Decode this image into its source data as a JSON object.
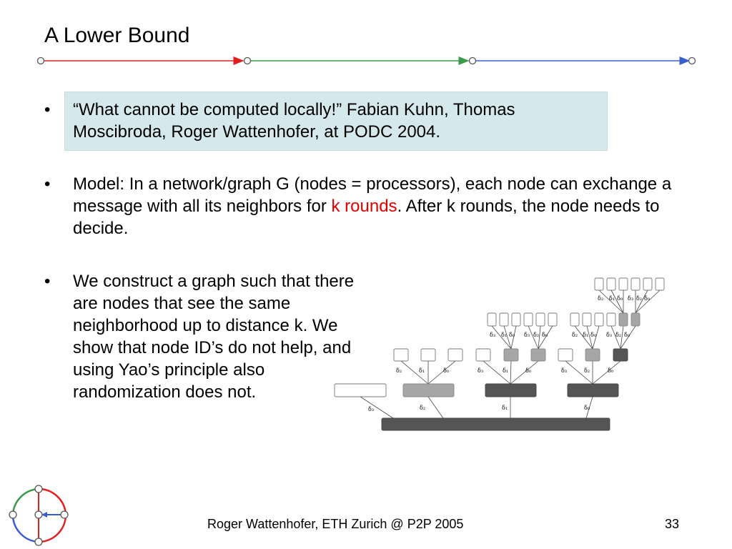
{
  "slide": {
    "title": "A Lower Bound",
    "bullet_char": "•",
    "bullets": {
      "b1": "“What cannot be computed locally!” Fabian Kuhn, Thomas Moscibroda, Roger Wattenhofer, at PODC 2004.",
      "b2_part1": "Model: In a network/graph G (nodes = processors), each node can exchange a message with all its neighbors for ",
      "b2_highlight": "k rounds",
      "b2_part2": ". After k rounds, the node needs to decide.",
      "b3": "We construct a graph such that there are nodes that see the same neighborhood up to distance k. We show that node ID’s do not help, and using Yao’s principle also randomization does not."
    },
    "footer": {
      "text": "Roger Wattenhofer, ETH Zurich @ P2P 2005",
      "page_number": "33"
    }
  },
  "diagram": {
    "labels": {
      "d0": "δ₀",
      "d1": "δ₁",
      "d2": "δ₂",
      "d3": "δ₃"
    }
  },
  "colors": {
    "highlight_box": "#d5e9ec",
    "red_arrow": "#e02020",
    "green_arrow": "#3a9a4a",
    "blue_arrow": "#3a5fcd",
    "dark_node": "#555555",
    "mid_node": "#a6a6a6",
    "accent_text": "#e00000"
  }
}
